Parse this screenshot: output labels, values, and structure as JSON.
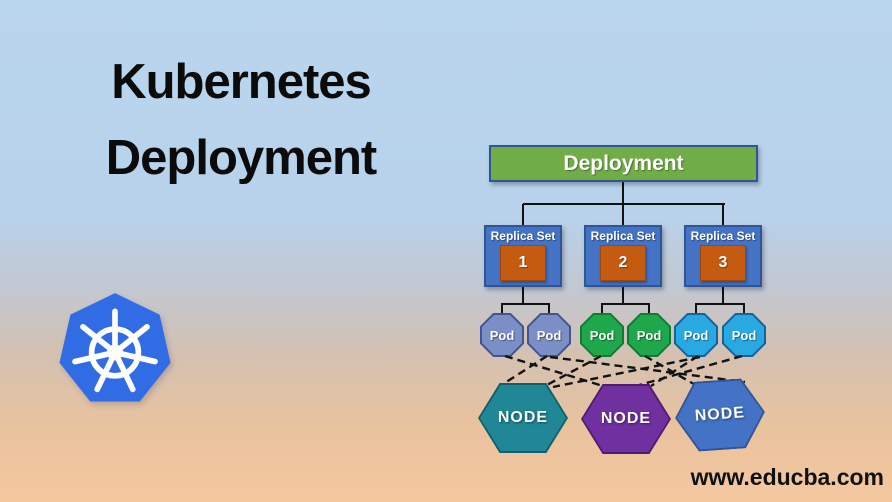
{
  "title": {
    "line1": "Kubernetes",
    "line2": "Deployment"
  },
  "watermark": "www.educba.com",
  "logo": {
    "name": "kubernetes-logo",
    "color": "#326ce5",
    "wheel_color": "#ffffff"
  },
  "background": {
    "top": "#bad5ee",
    "middle": "#c2c8d2",
    "bottom": "#f4c89f"
  },
  "diagram": {
    "deployment": {
      "label": "Deployment",
      "fill": "#70ad47",
      "border": "#2f5597",
      "text_color": "#ffffff"
    },
    "replica_sets": [
      {
        "label": "Replica Set",
        "number": "1",
        "fill": "#4472c4",
        "number_fill": "#c55a11"
      },
      {
        "label": "Replica Set",
        "number": "2",
        "fill": "#4472c4",
        "number_fill": "#c55a11"
      },
      {
        "label": "Replica Set",
        "number": "3",
        "fill": "#4472c4",
        "number_fill": "#c55a11"
      }
    ],
    "pods": [
      {
        "label": "Pod",
        "fill": "#7b8ec5",
        "group": "replica-set-1"
      },
      {
        "label": "Pod",
        "fill": "#7b8ec5",
        "group": "replica-set-1"
      },
      {
        "label": "Pod",
        "fill": "#1fa74c",
        "group": "replica-set-2"
      },
      {
        "label": "Pod",
        "fill": "#1fa74c",
        "group": "replica-set-2"
      },
      {
        "label": "Pod",
        "fill": "#29a9e1",
        "group": "replica-set-3"
      },
      {
        "label": "Pod",
        "fill": "#29a9e1",
        "group": "replica-set-3"
      }
    ],
    "nodes": [
      {
        "label": "NODE",
        "fill": "#1f8796"
      },
      {
        "label": "NODE",
        "fill": "#7030a0"
      },
      {
        "label": "NODE",
        "fill": "#4472c4"
      }
    ],
    "connector_color": "#121212",
    "dashed_line_color": "#121212"
  }
}
